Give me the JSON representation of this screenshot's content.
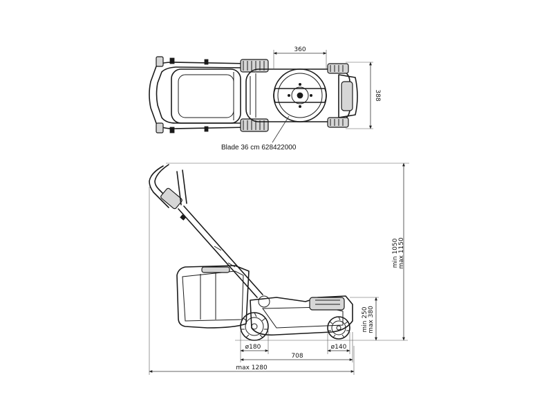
{
  "top_view": {
    "width_label": "360",
    "depth_label": "388",
    "blade_label": "Blade 36 cm 628422000"
  },
  "side_view": {
    "height_min_label": "min 1050",
    "height_max_label": "max 1150",
    "cut_min_label": "min 250",
    "cut_max_label": "max 380",
    "rear_wheel_label": "ø180",
    "front_wheel_label": "ø140",
    "wheelbase_label": "708",
    "length_label": "max 1280"
  }
}
